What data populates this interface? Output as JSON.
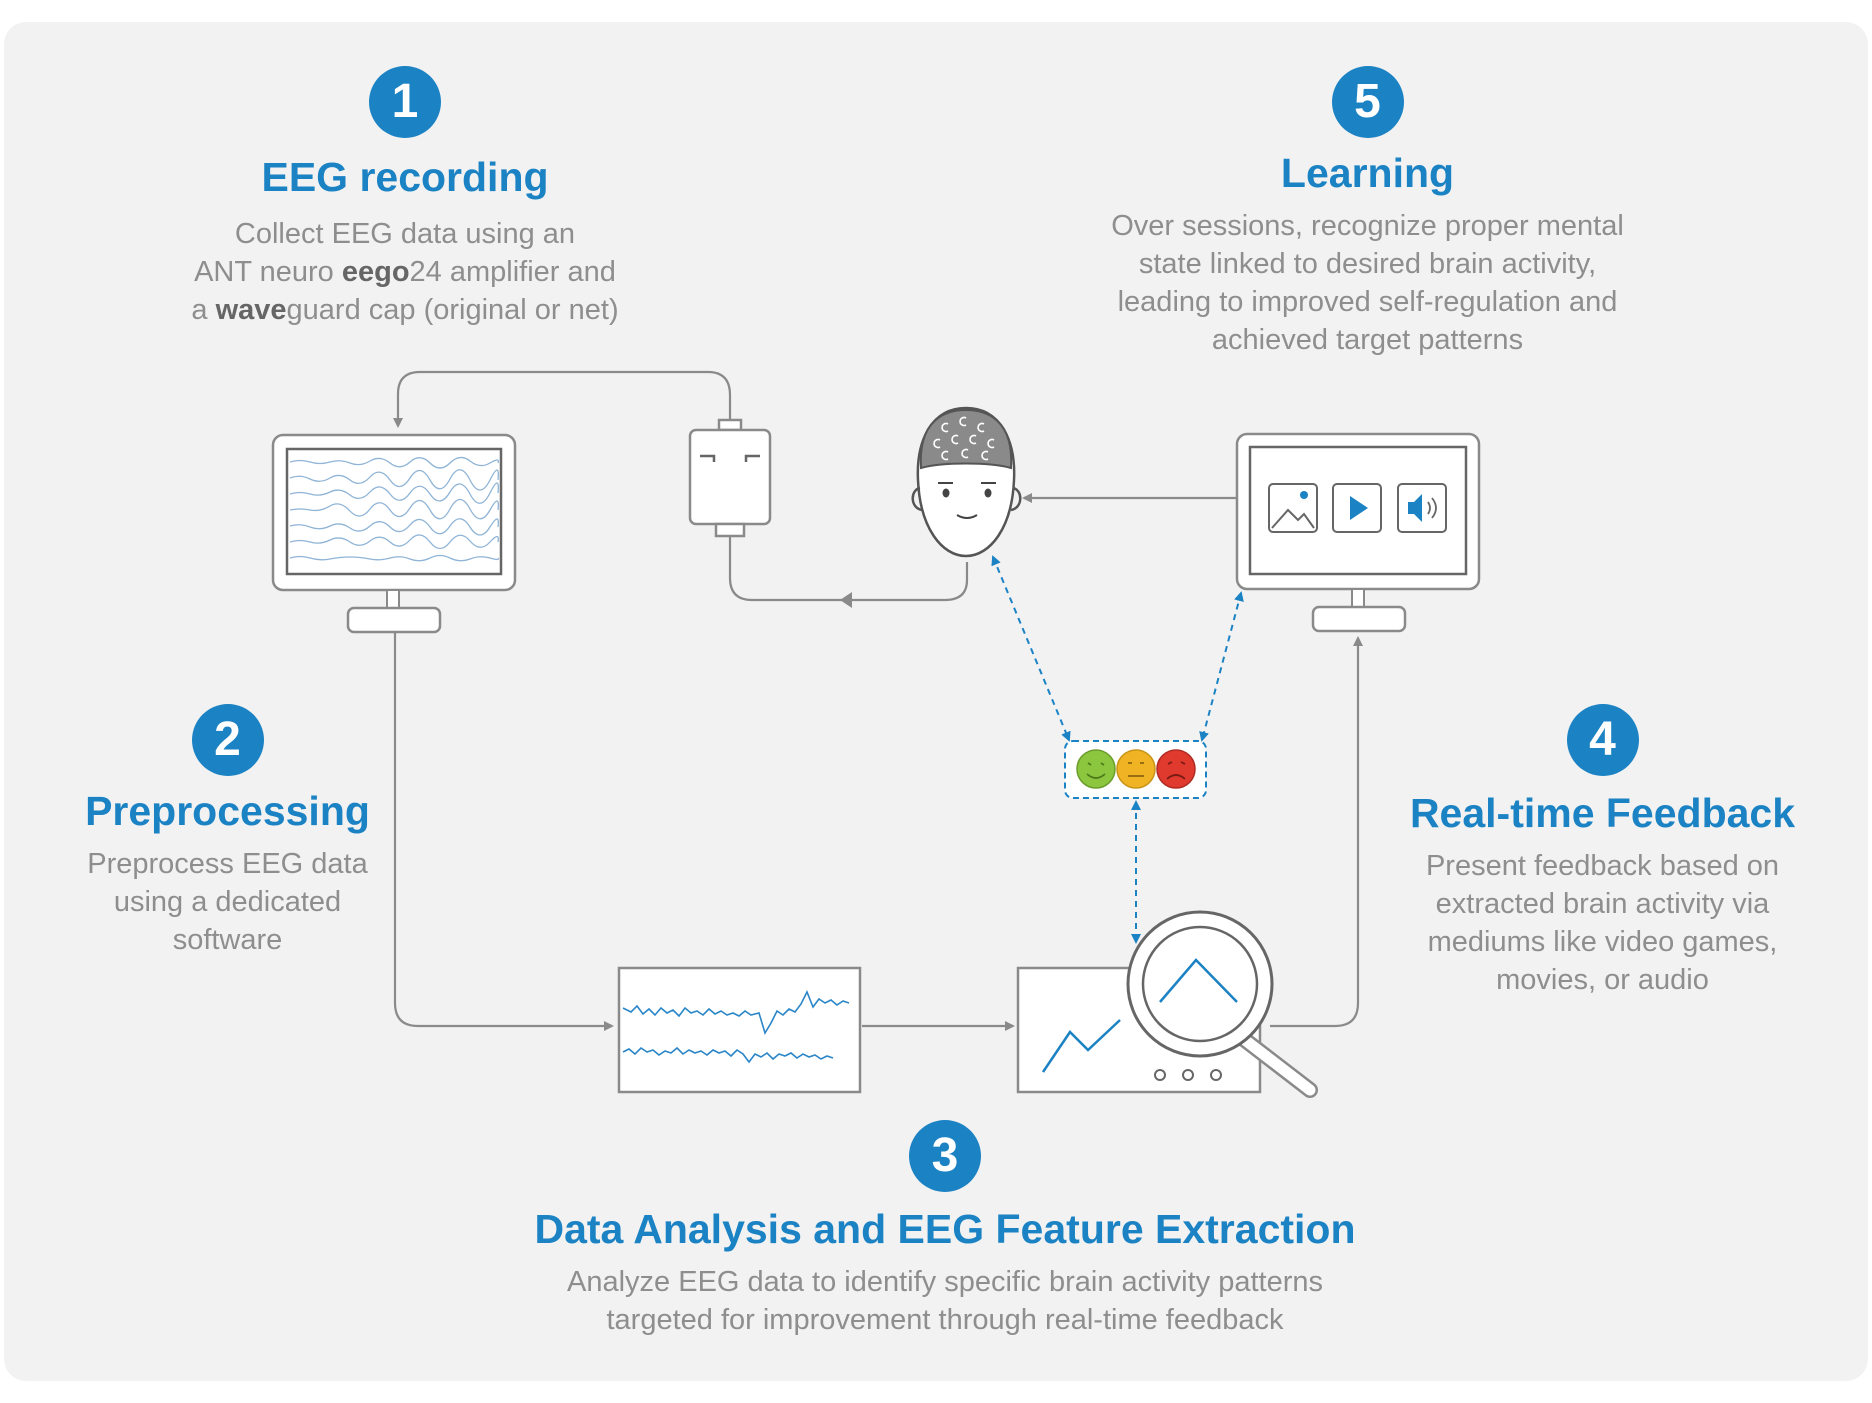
{
  "colors": {
    "accent": "#1b82c4",
    "line": "#8a8a8a",
    "icon_stroke": "#666666",
    "happy": "#8cc63f",
    "neutral": "#f0b323",
    "sad": "#e03a2f"
  },
  "steps": {
    "s1": {
      "number": "1",
      "title": "EEG recording",
      "line1": "Collect EEG data using an",
      "line2_a": "ANT neuro ",
      "line2_b": "eego",
      "line2_c": "24 amplifier and",
      "line3_a": "a ",
      "line3_b": "wave",
      "line3_c": "guard cap (original or net)"
    },
    "s2": {
      "number": "2",
      "title": "Preprocessing",
      "lines": [
        "Preprocess EEG data",
        "using a dedicated",
        "software"
      ]
    },
    "s3": {
      "number": "3",
      "title": "Data Analysis and EEG Feature Extraction",
      "lines": [
        "Analyze EEG data to identify specific brain activity patterns",
        "targeted for improvement through real-time feedback"
      ]
    },
    "s4": {
      "number": "4",
      "title": "Real-time Feedback",
      "lines": [
        "Present feedback based on",
        "extracted brain activity via",
        "mediums like video games,",
        "movies, or audio"
      ]
    },
    "s5": {
      "number": "5",
      "title": "Learning",
      "lines": [
        "Over sessions, recognize proper mental",
        "state linked to desired brain activity,",
        "leading to improved self-regulation and",
        "achieved target patterns"
      ]
    }
  },
  "icons": {
    "recording_monitor": "monitor-eeg-icon",
    "amplifier": "amplifier-icon",
    "head": "head-with-cap-icon",
    "media_monitor": "media-monitor-icon",
    "mood_indicator": "smiley-faces-icon",
    "signal_panel": "signal-waveform-icon",
    "analysis_panel": "magnifier-analysis-icon"
  }
}
